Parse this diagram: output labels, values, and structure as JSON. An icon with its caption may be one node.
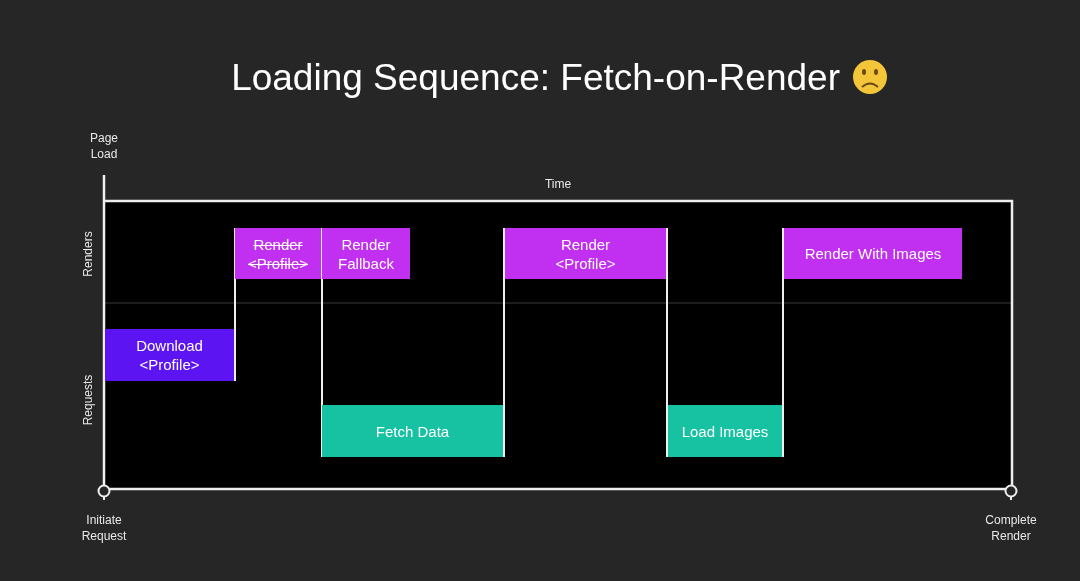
{
  "diagram": {
    "title": "Loading Sequence: Fetch-on-Render",
    "nodes": [
      {
        "text": [
          "Download <Profile>"
        ]
      },
      {
        "text": [
          "Render <Profile>"
        ]
      },
      {
        "text": [
          "Render Fallback"
        ]
      },
      {
        "text": [
          "Fetch Data"
        ]
      },
      {
        "text": [
          "Render <Profile>"
        ]
      },
      {
        "text": [
          "Load Images"
        ]
      },
      {
        "text": [
          "Render With Images"
        ]
      }
    ],
    "edges": [
      {
        "from": 0,
        "to": 1,
        "arrow": "none"
      },
      {
        "from": 1,
        "to": 3,
        "arrow": "none"
      },
      {
        "from": 3,
        "to": 4,
        "arrow": "none"
      },
      {
        "from": 4,
        "to": 5,
        "arrow": "none"
      },
      {
        "from": 5,
        "to": 6,
        "arrow": "none"
      }
    ],
    "labels": [
      "Page Load",
      "Time",
      "Renders",
      "Requests",
      "Initiate Request",
      "Complete Render"
    ]
  }
}
